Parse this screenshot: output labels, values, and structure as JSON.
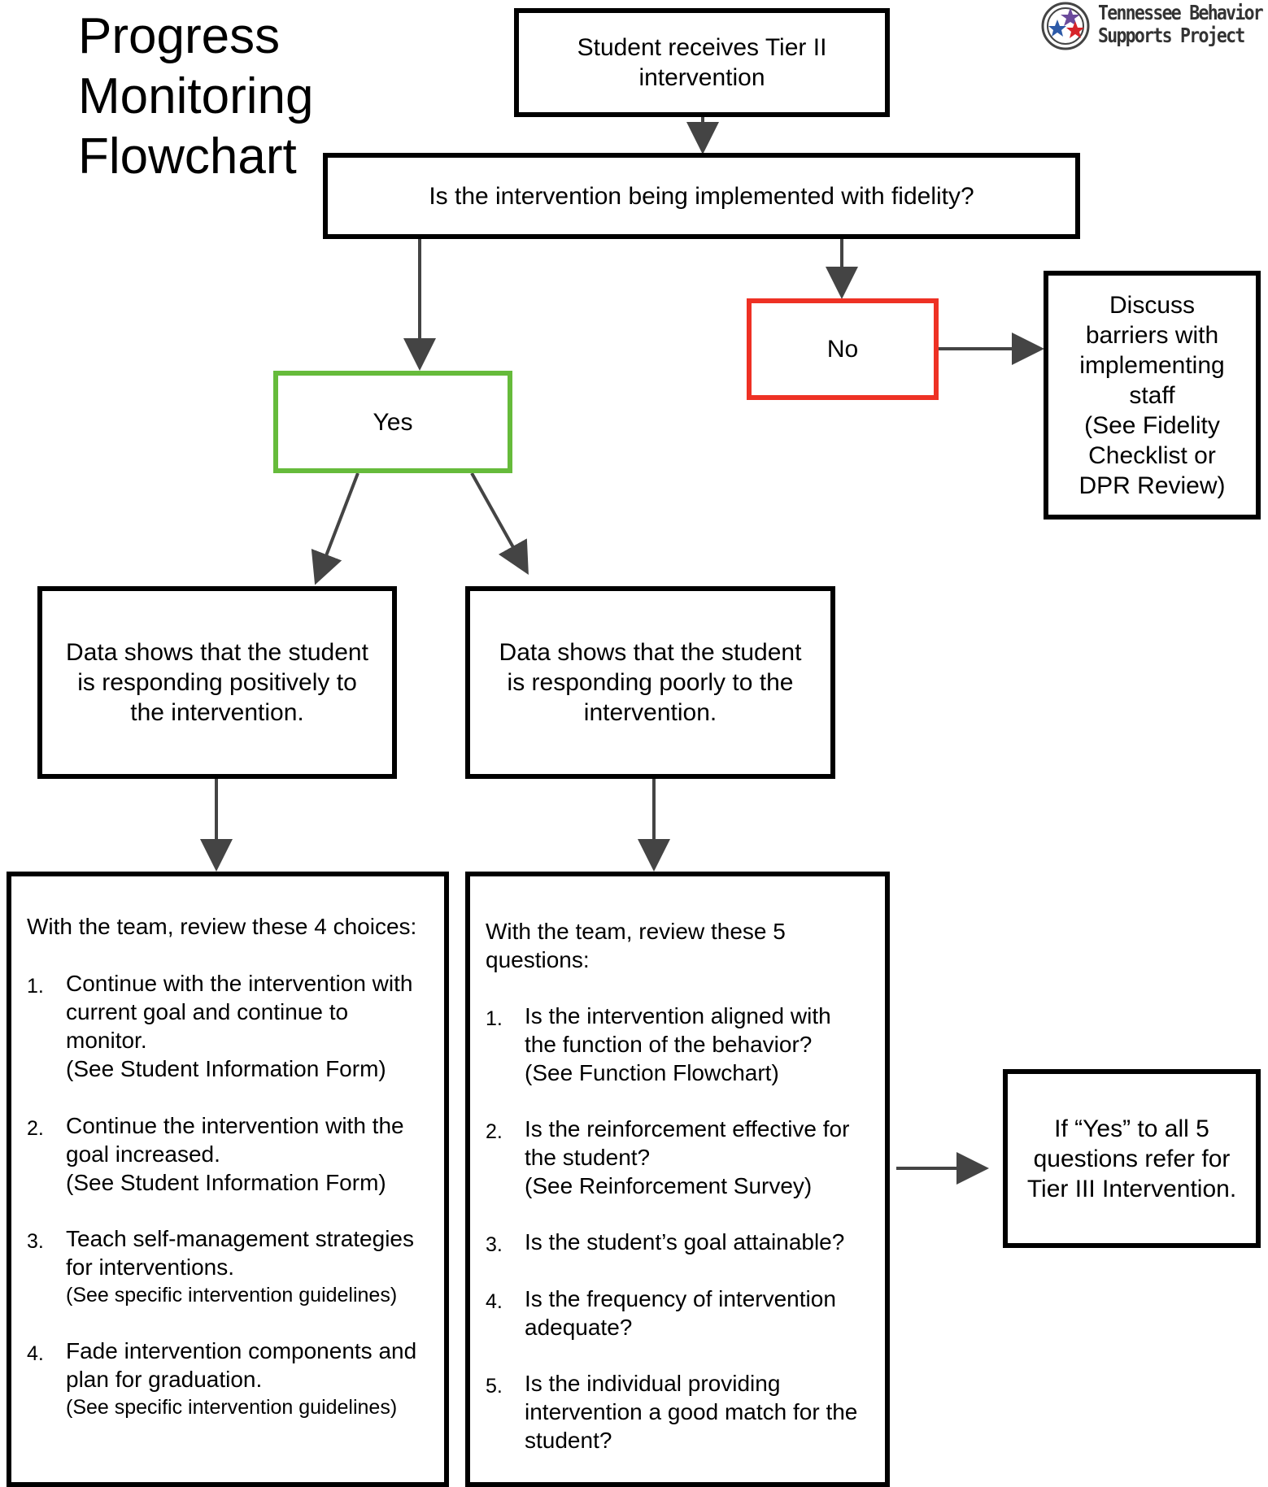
{
  "title": {
    "line1": "Progress",
    "line2": "Monitoring",
    "line3": "Flowchart"
  },
  "logo": {
    "line1": "Tennessee Behavior",
    "line2": "Supports Project"
  },
  "colors": {
    "yes": "#66bb3b",
    "no": "#ee3124",
    "arrow": "#444444"
  },
  "nodes": {
    "start": {
      "line1": "Student receives Tier II",
      "line2": "intervention"
    },
    "fidelity": "Is the intervention being implemented with fidelity?",
    "yes": "Yes",
    "no": "No",
    "discuss": {
      "lines": [
        "Discuss",
        "barriers with",
        "implementing",
        "staff",
        "(See Fidelity",
        "Checklist or",
        "DPR Review)"
      ]
    },
    "positive": {
      "line1": "Data shows that the student",
      "line2": "is responding positively to",
      "line3": "the intervention."
    },
    "poor": {
      "line1": "Data shows that the student",
      "line2": "is responding poorly to the",
      "line3": "intervention."
    },
    "tier3": {
      "line1": "If “Yes” to all 5",
      "line2": "questions refer for",
      "line3": "Tier III Intervention."
    }
  },
  "choices": {
    "intro": "With the team, review these 4 choices:",
    "items": [
      {
        "num": "1.",
        "lines": [
          "Continue with the intervention with",
          "current goal and continue to",
          "monitor."
        ],
        "sub": "(See Student Information Form)"
      },
      {
        "num": "2.",
        "lines": [
          "Continue the intervention with the",
          "goal increased."
        ],
        "sub": "(See Student Information Form)"
      },
      {
        "num": "3.",
        "lines": [
          "Teach self-management strategies",
          "for interventions."
        ],
        "sub": "(See specific intervention guidelines)"
      },
      {
        "num": "4.",
        "lines": [
          "Fade intervention components and",
          "plan for graduation."
        ],
        "sub": "(See specific intervention guidelines)"
      }
    ]
  },
  "questions": {
    "intro_line1": "With the team, review these 5",
    "intro_line2": "questions:",
    "items": [
      {
        "num": "1.",
        "lines": [
          "Is the intervention aligned with",
          "the function of the behavior?"
        ],
        "sub": "(See Function Flowchart)"
      },
      {
        "num": "2.",
        "lines": [
          "Is the reinforcement effective for",
          "the student?"
        ],
        "sub": "(See Reinforcement Survey)"
      },
      {
        "num": "3.",
        "lines": [
          "Is the student’s goal attainable?"
        ],
        "sub": ""
      },
      {
        "num": "4.",
        "lines": [
          "Is the frequency of intervention",
          "adequate?"
        ],
        "sub": ""
      },
      {
        "num": "5.",
        "lines": [
          "Is the individual providing",
          "intervention a good match for the",
          "student?"
        ],
        "sub": ""
      }
    ]
  }
}
